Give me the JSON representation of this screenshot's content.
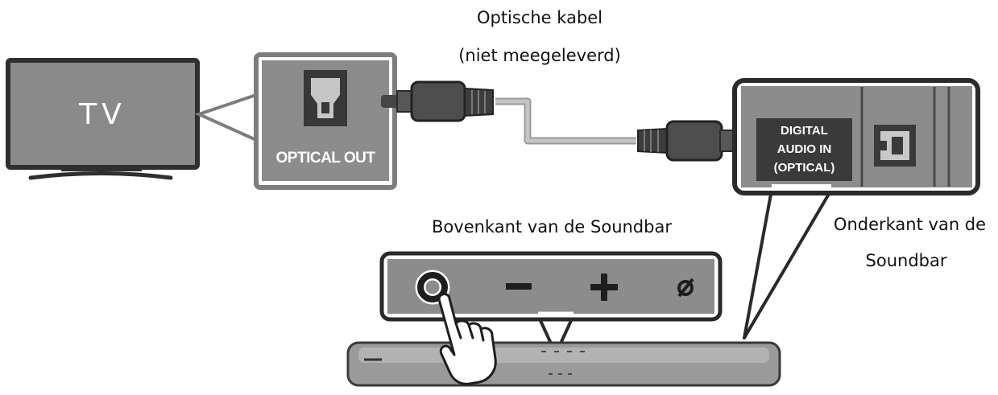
{
  "cable_caption": {
    "line1": "Optische kabel",
    "line2": "(niet meegeleverd)"
  },
  "tv": {
    "label": "TV"
  },
  "tv_port": {
    "label": "OPTICAL OUT"
  },
  "soundbar_port": {
    "line1": "DIGITAL",
    "line2": "AUDIO IN",
    "line3": "(OPTICAL)"
  },
  "soundbar_top": {
    "caption": "Bovenkant van de Soundbar"
  },
  "soundbar_bottom": {
    "line1": "Onderkant van de",
    "line2": "Soundbar"
  },
  "buttons": [
    {
      "icon": "power-icon"
    },
    {
      "icon": "minus-icon"
    },
    {
      "icon": "plus-icon"
    },
    {
      "icon": "input-icon"
    }
  ],
  "colors": {
    "panel": "#8c8c8c",
    "dark": "#333333",
    "cable": "#b9b9b9",
    "soundbar": "#989898"
  }
}
